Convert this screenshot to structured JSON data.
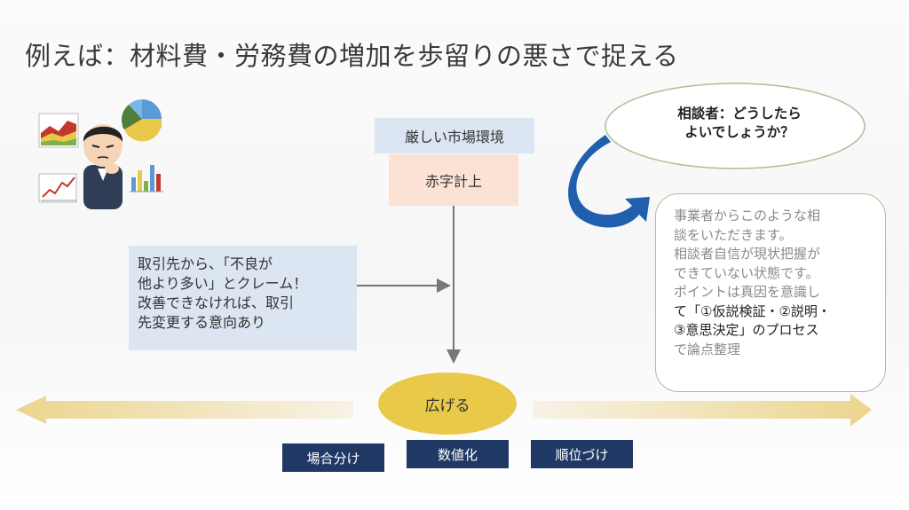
{
  "title": "例えば：材料費・労務費の増加を歩留りの悪さで捉える",
  "flow": {
    "top_box": "厳しい市場環境",
    "sub_box": "赤字計上",
    "left_box_lines": [
      "取引先から、「不良が",
      "他より多い」とクレーム！",
      "改善できなければ、取引",
      "先変更する意向あり"
    ],
    "center_oval": "広げる"
  },
  "tags": [
    "場合分け",
    "数値化",
    "順位づけ"
  ],
  "speech_bubble": {
    "lines": [
      "相談者：どうしたら",
      "よいでしょうか？"
    ]
  },
  "note": {
    "lines": [
      "事業者からこのような相",
      "談をいただきます。",
      "相談者自信が現状把握が",
      "できていない状態です。",
      "ポイントは真因を意識し",
      "て「①仮説検証・②説明・",
      "③意思決定」のプロセス",
      "で論点整理"
    ]
  },
  "colors": {
    "light_blue": "#dce6f2",
    "peach": "#fbe2d5",
    "gold": "#e8c94a",
    "navy": "#203864",
    "arrow_blue": "#1f5fae",
    "note_border": "#a8c294"
  },
  "icons": [
    "area-chart-icon",
    "pie-chart-icon",
    "line-chart-icon",
    "bar-chart-icon",
    "thinking-person-icon"
  ]
}
